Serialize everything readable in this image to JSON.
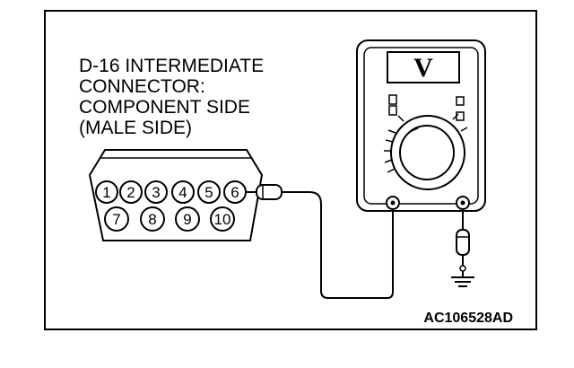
{
  "label": {
    "line1": "D-16 INTERMEDIATE",
    "line2": "CONNECTOR:",
    "line3": "COMPONENT SIDE",
    "line4": "(MALE SIDE)"
  },
  "connector": {
    "top_pins": [
      "1",
      "2",
      "3",
      "4",
      "5",
      "6"
    ],
    "bottom_pins": [
      "7",
      "8",
      "9",
      "10"
    ]
  },
  "meter": {
    "mode": "V"
  },
  "code": "AC106528AD",
  "colors": {
    "line": "#000000",
    "background": "#ffffff"
  }
}
